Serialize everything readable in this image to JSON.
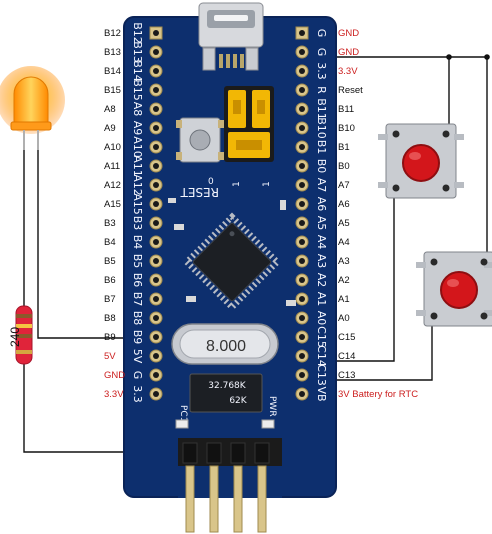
{
  "left_pins": [
    "B12",
    "B13",
    "B14",
    "B15",
    "A8",
    "A9",
    "A10",
    "A11",
    "A12",
    "A15",
    "B3",
    "B4",
    "B5",
    "B6",
    "B7",
    "B8",
    "B9",
    "5V",
    "GND",
    "3.3V"
  ],
  "right_pins": [
    "GND",
    "GND",
    "3.3V",
    "Reset",
    "B11",
    "B10",
    "B1",
    "B0",
    "A7",
    "A6",
    "A5",
    "A4",
    "A3",
    "A2",
    "A1",
    "A0",
    "C15",
    "C14",
    "C13",
    "3V Battery for RTC"
  ],
  "left_silk": [
    "B12",
    "B13",
    "B14",
    "B15",
    "A8",
    "A9",
    "A10",
    "A11",
    "A12",
    "A15",
    "B3",
    "B4",
    "B5",
    "B6",
    "B7",
    "B8",
    "B9",
    "5V",
    "G",
    "3.3"
  ],
  "right_silk": [
    "G",
    "G",
    "3.3",
    "R",
    "B11",
    "B10",
    "B1",
    "B0",
    "A7",
    "A6",
    "A5",
    "A4",
    "A3",
    "A2",
    "A1",
    "A0",
    "C15",
    "C14",
    "C13",
    "VB"
  ],
  "red_left": [
    "5V",
    "GND",
    "3.3V"
  ],
  "red_right": [
    "GND",
    "GND",
    "3.3V",
    "3V Battery for RTC"
  ],
  "resistor_label": "240",
  "reset_label": "RESET",
  "crystal_label": "8.000",
  "small_crystal_label": "32.768K",
  "small_crystal_sub": "62K",
  "pc13_label": "PC13",
  "pwr_label": "PWR",
  "jumper_labels": [
    "0",
    "1",
    "1"
  ],
  "colors": {
    "board": "#0d2f6e",
    "board_edge": "#0a2357",
    "wire": "#111111",
    "red_label": "#cc1f1f",
    "pad_gold": "#d9c58a",
    "jumper_yellow": "#f2b705",
    "led_orange": "#ff9a1a",
    "resistor_red": "#e0243a",
    "button_red": "#d3161b"
  }
}
